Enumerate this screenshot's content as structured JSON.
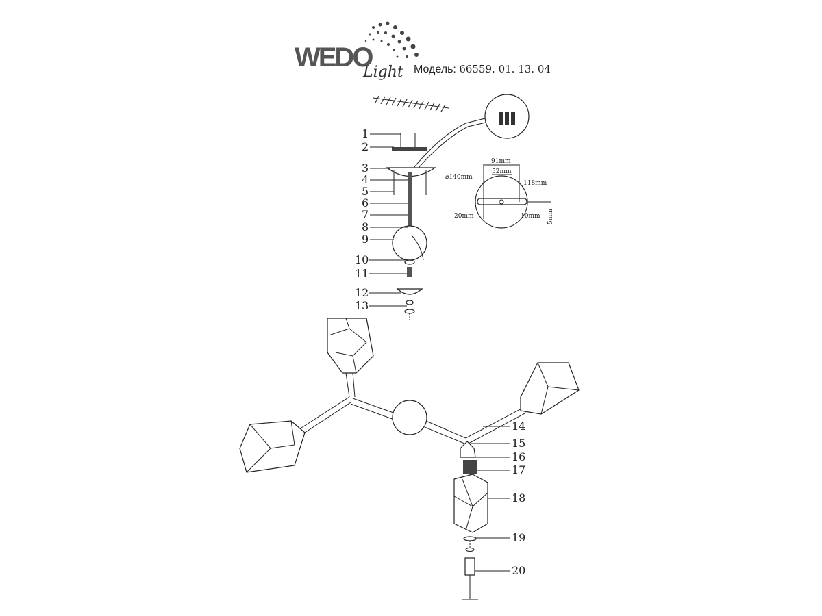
{
  "brand": {
    "logo_text": "WEDO",
    "logo_script": "Light"
  },
  "model": {
    "label": "Модель:",
    "value": "66559. 01. 13. 04"
  },
  "detail_dimensions": {
    "diameter": "⌀140mm",
    "width_outer": "91mm",
    "width_inner": "52mm",
    "length": "118mm",
    "left_offset": "20mm",
    "right_offset": "10mm",
    "thickness": "5mm"
  },
  "part_numbers": [
    "1",
    "2",
    "3",
    "4",
    "5",
    "6",
    "7",
    "8",
    "9",
    "10",
    "11",
    "12",
    "13",
    "14",
    "15",
    "16",
    "17",
    "18",
    "19",
    "20"
  ]
}
